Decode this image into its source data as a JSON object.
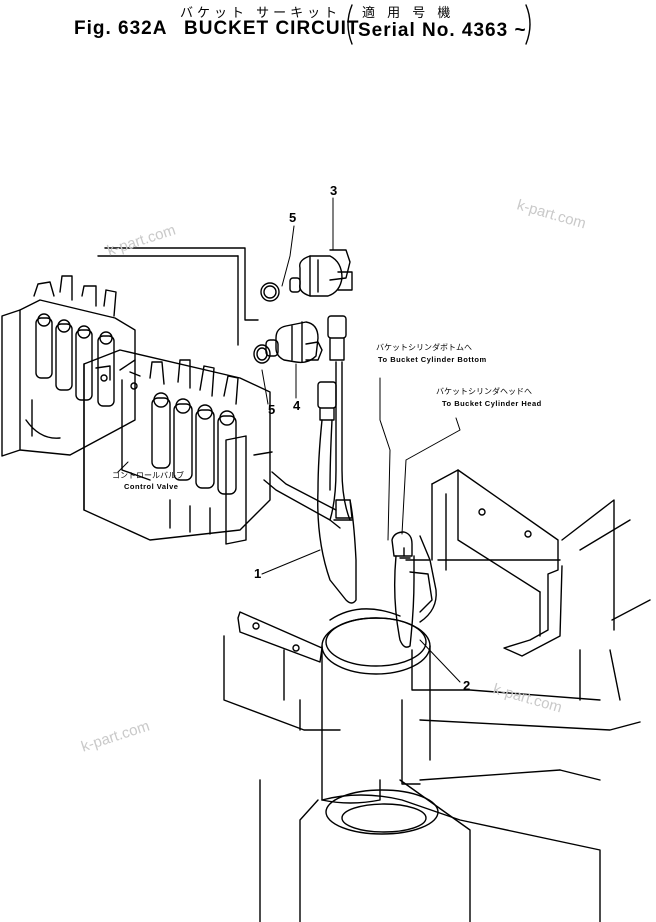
{
  "header": {
    "jp_title": "バケット サーキット",
    "fig_label": "Fig. 632A",
    "title": "BUCKET CIRCUIT",
    "jp_applicability": "適 用 号 機",
    "serial": "Serial No. 4363 ~"
  },
  "callouts": [
    "3",
    "5",
    "5",
    "4",
    "1",
    "2"
  ],
  "labels": {
    "control_valve_jp": "コントロールバルブ",
    "control_valve_en": "Control Valve",
    "bucket_bottom_jp": "バケットシリンダボトムへ",
    "bucket_bottom_en": "To Bucket Cylinder Bottom",
    "bucket_head_jp": "バケットシリンダヘッドへ",
    "bucket_head_en": "To Bucket Cylinder Head"
  },
  "watermark": "k-part.com"
}
